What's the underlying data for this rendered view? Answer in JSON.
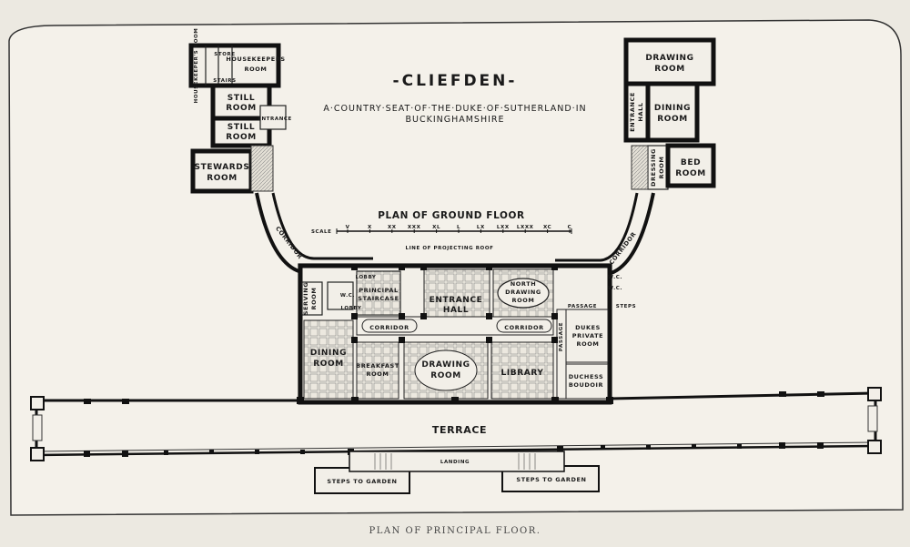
{
  "title": "-CLIEFDEN-",
  "subtitle_line1": "A·COUNTRY·SEAT·OF·THE·DUKE·OF·SUTHERLAND·IN",
  "subtitle_line2": "BUCKINGHAMSHIRE",
  "plan_title": "PLAN OF GROUND FLOOR",
  "scale": {
    "label": "SCALE",
    "ticks": [
      "V",
      "X",
      "XX",
      "XXX",
      "XL",
      "L",
      "LX",
      "LXX",
      "LXXX",
      "XC",
      "C"
    ]
  },
  "caption": "PLAN OF PRINCIPAL FLOOR.",
  "west_wing": {
    "housekeepers_small": "HOUSEKEEPER'S ROOM",
    "store": "STORE",
    "stairs": "STAIRS",
    "housekeepers_line1": "HOUSEKEEPERS",
    "housekeepers_line2": "ROOM",
    "still_room_1_line1": "STILL",
    "still_room_1_line2": "ROOM",
    "still_room_2_line1": "STILL",
    "still_room_2_line2": "ROOM",
    "entrance": "ENTRANCE",
    "stewards_line1": "STEWARDS",
    "stewards_line2": "ROOM"
  },
  "east_wing": {
    "drawing_line1": "DRAWING",
    "drawing_line2": "ROOM",
    "entrance_hall_line1": "ENTRANCE",
    "entrance_hall_line2": "HALL",
    "dining_line1": "DINING",
    "dining_line2": "ROOM",
    "dressing_line1": "DRESSING",
    "dressing_line2": "ROOM",
    "bed_line1": "BED",
    "bed_line2": "ROOM"
  },
  "corridors": {
    "west": "CORRIDOR",
    "east": "CORRIDOR",
    "main_west": "CORRIDOR",
    "main_east": "CORRIDOR"
  },
  "roof_line": "LINE OF PROJECTING ROOF",
  "main_block": {
    "lobby": "LOBBY",
    "serving_line1": "SERVING",
    "serving_line2": "ROOM",
    "wc_left": "W.C.",
    "lobby_small": "LOBBY",
    "principal_line1": "PRINCIPAL",
    "principal_line2": "STAIRCASE",
    "entrance_hall_line1": "ENTRANCE",
    "entrance_hall_line2": "HALL",
    "north_drawing_line1": "NORTH",
    "north_drawing_line2": "DRAWING",
    "north_drawing_line3": "ROOM",
    "wc_right_1": "W.C.",
    "wc_right_2": "W.C.",
    "passage_top": "PASSAGE",
    "steps": "STEPS",
    "dining_line1": "DINING",
    "dining_line2": "ROOM",
    "breakfast_line1": "BREAKFAST",
    "breakfast_line2": "ROOM",
    "drawing_line1": "DRAWING",
    "drawing_line2": "ROOM",
    "library": "LIBRARY",
    "passage_side": "PASSAGE",
    "dukes_line1": "DUKES",
    "dukes_line2": "PRIVATE",
    "dukes_line3": "ROOM",
    "duchess_line1": "DUCHESS",
    "duchess_line2": "BOUDOIR"
  },
  "terrace": {
    "label": "TERRACE",
    "landing": "LANDING",
    "steps_left": "STEPS TO GARDEN",
    "steps_right": "STEPS TO GARDEN"
  },
  "colors": {
    "paper": "#ece9e1",
    "ink": "#111111"
  }
}
